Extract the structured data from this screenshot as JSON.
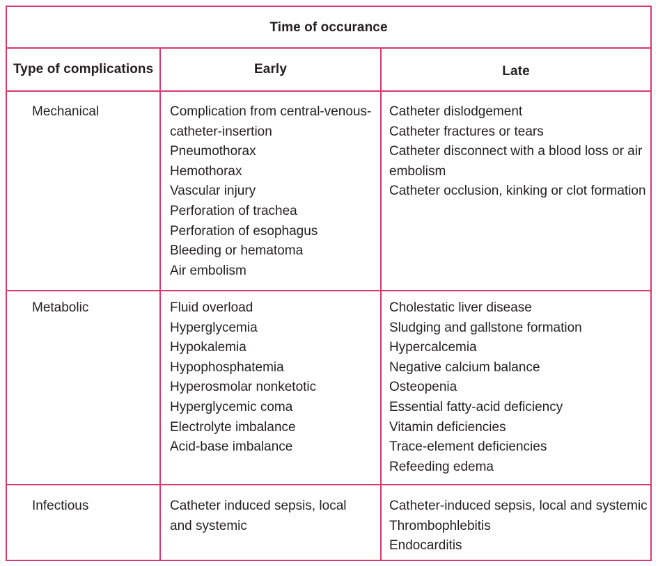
{
  "table": {
    "header_top": "Time of occurance",
    "col_type": "Type of complications",
    "col_early": "Early",
    "col_late": "Late",
    "rows": [
      {
        "type": "Mechanical",
        "early": [
          "Complication from central-venous-",
          "catheter-insertion",
          "Pneumothorax",
          "Hemothorax",
          "Vascular injury",
          "Perforation of trachea",
          "Perforation of esophagus",
          "Bleeding or hematoma",
          "Air embolism"
        ],
        "late": [
          "Catheter dislodgement",
          "Catheter fractures or tears",
          "Catheter disconnect with a blood loss or air",
          "embolism",
          "Catheter occlusion, kinking or clot formation"
        ]
      },
      {
        "type": "Metabolic",
        "early": [
          "Fluid overload",
          "Hyperglycemia",
          "Hypokalemia",
          "Hypophosphatemia",
          "Hyperosmolar nonketotic",
          "Hyperglycemic coma",
          "Electrolyte imbalance",
          "Acid-base imbalance"
        ],
        "late": [
          "Cholestatic liver disease",
          "Sludging and gallstone formation",
          "Hypercalcemia",
          "Negative calcium balance",
          "Osteopenia",
          "Essential fatty-acid deficiency",
          "Vitamin deficiencies",
          "Trace-element deficiencies",
          "Refeeding edema"
        ]
      },
      {
        "type": "Infectious",
        "early": [
          "Catheter induced sepsis, local",
          "and systemic"
        ],
        "late": [
          "Catheter-induced sepsis, local and systemic",
          "Thrombophlebitis",
          "Endocarditis"
        ]
      }
    ]
  }
}
